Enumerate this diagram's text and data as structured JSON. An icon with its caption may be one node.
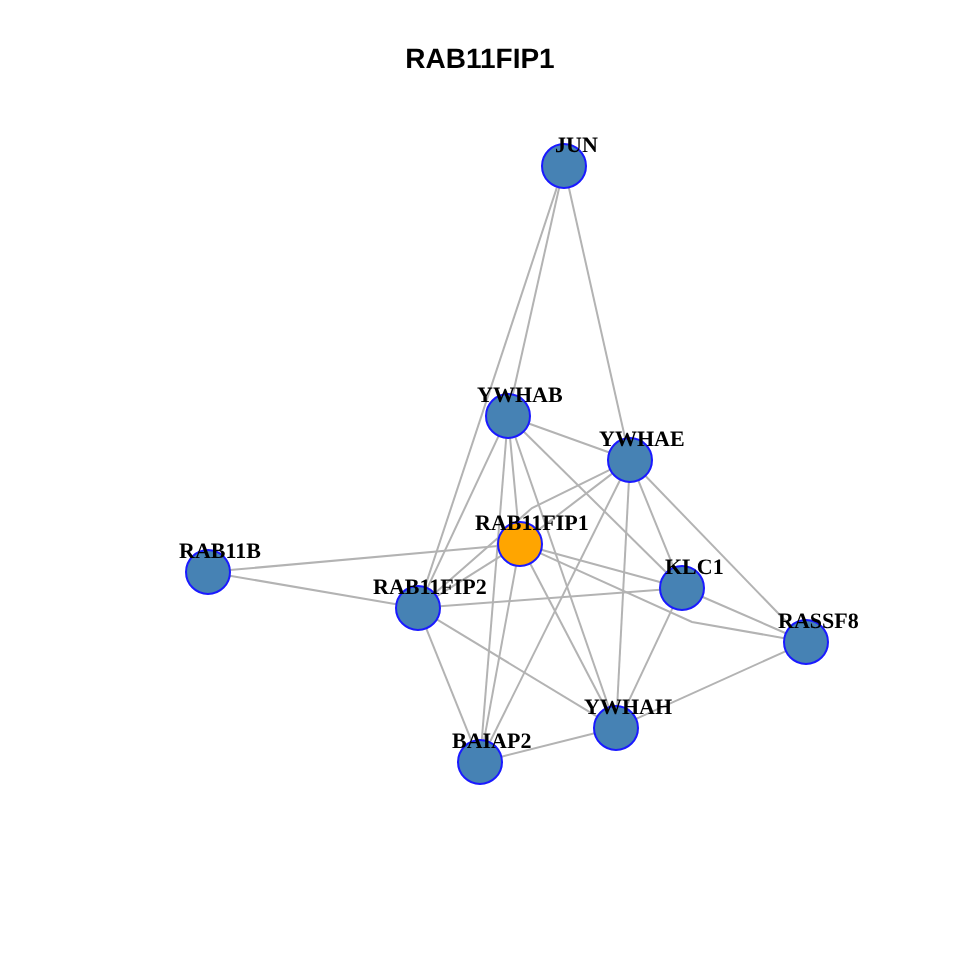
{
  "diagram": {
    "title": "RAB11FIP1",
    "nodes": [
      {
        "text": [
          "JUN"
        ]
      },
      {
        "text": [
          "YWHAB"
        ]
      },
      {
        "text": [
          "YWHAE"
        ]
      },
      {
        "text": [
          "RAB11FIP1"
        ]
      },
      {
        "text": [
          "RAB11B"
        ]
      },
      {
        "text": [
          "RAB11FIP2"
        ]
      },
      {
        "text": [
          "KLC1"
        ]
      },
      {
        "text": [
          "RASSF8"
        ]
      },
      {
        "text": [
          "YWHAH"
        ]
      },
      {
        "text": [
          "BAIAP2"
        ]
      }
    ],
    "edges": [
      {
        "from": 0,
        "to": 1,
        "arrow": "none"
      },
      {
        "from": 0,
        "to": 5,
        "arrow": "none"
      },
      {
        "from": 0,
        "to": 2,
        "arrow": "none"
      },
      {
        "from": 1,
        "to": 2,
        "arrow": "none"
      },
      {
        "from": 1,
        "to": 6,
        "arrow": "none"
      },
      {
        "from": 1,
        "to": 3,
        "arrow": "none"
      },
      {
        "from": 1,
        "to": 5,
        "arrow": "none"
      },
      {
        "from": 1,
        "to": 9,
        "arrow": "none"
      },
      {
        "from": 1,
        "to": 8,
        "arrow": "none"
      },
      {
        "from": 2,
        "to": 3,
        "arrow": "none"
      },
      {
        "from": 2,
        "to": 5,
        "arrow": "none"
      },
      {
        "from": 2,
        "to": 6,
        "arrow": "none"
      },
      {
        "from": 2,
        "to": 7,
        "arrow": "none"
      },
      {
        "from": 2,
        "to": 8,
        "arrow": "none"
      },
      {
        "from": 2,
        "to": 9,
        "arrow": "none"
      },
      {
        "from": 3,
        "to": 4,
        "arrow": "none"
      },
      {
        "from": 3,
        "to": 5,
        "arrow": "none"
      },
      {
        "from": 3,
        "to": 6,
        "arrow": "none"
      },
      {
        "from": 3,
        "to": 7,
        "arrow": "none"
      },
      {
        "from": 3,
        "to": 8,
        "arrow": "none"
      },
      {
        "from": 3,
        "to": 9,
        "arrow": "none"
      },
      {
        "from": 4,
        "to": 5,
        "arrow": "none"
      },
      {
        "from": 5,
        "to": 6,
        "arrow": "none"
      },
      {
        "from": 5,
        "to": 8,
        "arrow": "none"
      },
      {
        "from": 5,
        "to": 9,
        "arrow": "none"
      },
      {
        "from": 6,
        "to": 7,
        "arrow": "none"
      },
      {
        "from": 6,
        "to": 8,
        "arrow": "none"
      },
      {
        "from": 7,
        "to": 8,
        "arrow": "none"
      },
      {
        "from": 8,
        "to": 9,
        "arrow": "none"
      }
    ]
  }
}
